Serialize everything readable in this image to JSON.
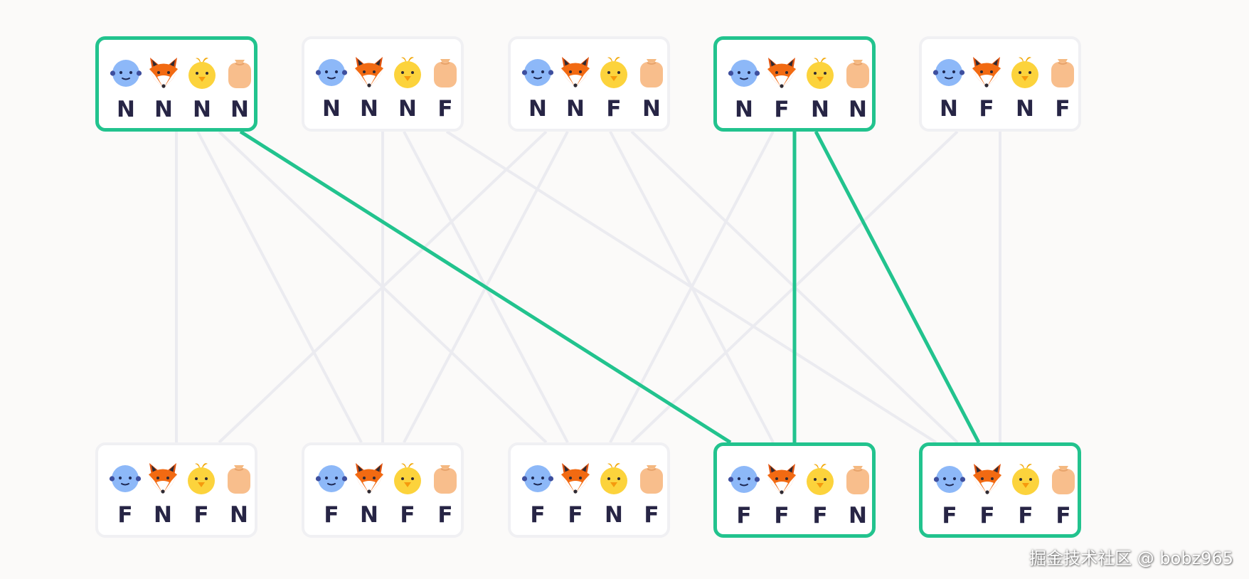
{
  "diagram": {
    "colors": {
      "highlight": "#22c38e",
      "edge": "#ebebf0",
      "box_border": "#f0f0f3",
      "letter": "#272545"
    },
    "icons": [
      "person-icon",
      "fox-icon",
      "chicken-icon",
      "grain-sack-icon"
    ],
    "top_states": [
      {
        "letters": [
          "N",
          "N",
          "N",
          "N"
        ],
        "highlighted": true
      },
      {
        "letters": [
          "N",
          "N",
          "N",
          "F"
        ],
        "highlighted": false
      },
      {
        "letters": [
          "N",
          "N",
          "F",
          "N"
        ],
        "highlighted": false
      },
      {
        "letters": [
          "N",
          "F",
          "N",
          "N"
        ],
        "highlighted": true
      },
      {
        "letters": [
          "N",
          "F",
          "N",
          "F"
        ],
        "highlighted": false
      }
    ],
    "bottom_states": [
      {
        "letters": [
          "F",
          "N",
          "F",
          "N"
        ],
        "highlighted": false
      },
      {
        "letters": [
          "F",
          "N",
          "F",
          "F"
        ],
        "highlighted": false
      },
      {
        "letters": [
          "F",
          "F",
          "N",
          "F"
        ],
        "highlighted": false
      },
      {
        "letters": [
          "F",
          "F",
          "F",
          "N"
        ],
        "highlighted": true
      },
      {
        "letters": [
          "F",
          "F",
          "F",
          "F"
        ],
        "highlighted": true
      }
    ],
    "edges": [
      {
        "from": 0,
        "to": 0,
        "highlighted": false
      },
      {
        "from": 0,
        "to": 1,
        "highlighted": false
      },
      {
        "from": 0,
        "to": 2,
        "highlighted": false
      },
      {
        "from": 0,
        "to": 3,
        "highlighted": true
      },
      {
        "from": 1,
        "to": 1,
        "highlighted": false
      },
      {
        "from": 1,
        "to": 2,
        "highlighted": false
      },
      {
        "from": 1,
        "to": 4,
        "highlighted": false
      },
      {
        "from": 2,
        "to": 0,
        "highlighted": false
      },
      {
        "from": 2,
        "to": 1,
        "highlighted": false
      },
      {
        "from": 2,
        "to": 3,
        "highlighted": false
      },
      {
        "from": 2,
        "to": 4,
        "highlighted": false
      },
      {
        "from": 3,
        "to": 2,
        "highlighted": false
      },
      {
        "from": 3,
        "to": 3,
        "highlighted": true
      },
      {
        "from": 3,
        "to": 4,
        "highlighted": true
      },
      {
        "from": 4,
        "to": 2,
        "highlighted": false
      },
      {
        "from": 4,
        "to": 4,
        "highlighted": false
      }
    ]
  },
  "watermark": "掘金技术社区 @ bobz965"
}
